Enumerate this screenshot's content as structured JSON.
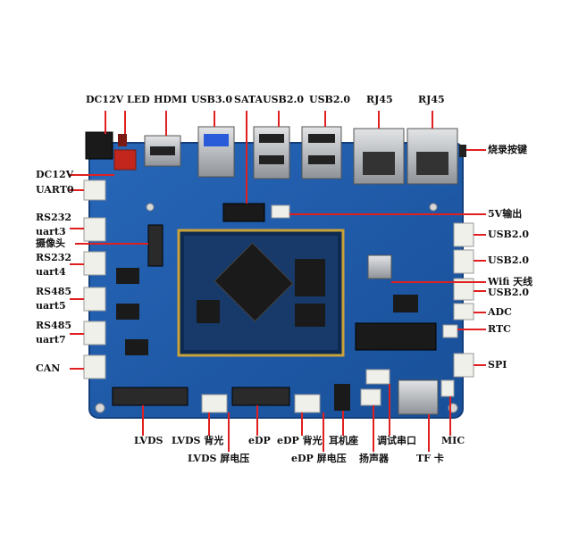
{
  "labels": {
    "top": {
      "dc12v_led": "DC12V LED",
      "hdmi": "HDMI",
      "usb30": "USB3.0",
      "sata": "SATA",
      "usb20_a": "USB2.0",
      "usb20_b": "USB2.0",
      "rj45_a": "RJ45",
      "rj45_b": "RJ45"
    },
    "left": {
      "dc12v": "DC12V",
      "uart0": "UART0",
      "rs232_a": "RS232",
      "uart3": "uart3",
      "camera": "摄像头",
      "rs232_b": "RS232",
      "uart4": "uart4",
      "rs485_a": "RS485",
      "uart5": "uart5",
      "rs485_b": "RS485",
      "uart7": "uart7",
      "can": "CAN"
    },
    "right": {
      "burn_key": "烧录按键",
      "out5v": "5V输出",
      "usb20_1": "USB2.0",
      "usb20_2": "USB2.0",
      "wifi": "Wifi 天线",
      "usb20_3": "USB2.0",
      "adc": "ADC",
      "rtc": "RTC",
      "spi": "SPI"
    },
    "bottom": {
      "lvds": "LVDS",
      "lvds_backlight": "LVDS 背光",
      "lvds_voltage": "LVDS 屏电压",
      "edp": "eDP",
      "edp_backlight": "eDP 背光",
      "edp_voltage": "eDP 屏电压",
      "earphone": "耳机座",
      "speaker": "扬声器",
      "debug_uart": "调试串口",
      "tf": "TF 卡",
      "mic": "MIC"
    }
  },
  "colors": {
    "pcb": "#1f5aa8",
    "pcb_dark": "#143f7d",
    "arrow": "#e02020",
    "connector": "#f0f0ea",
    "metal": "#b9bcc0",
    "chip": "#1a1a1a"
  }
}
